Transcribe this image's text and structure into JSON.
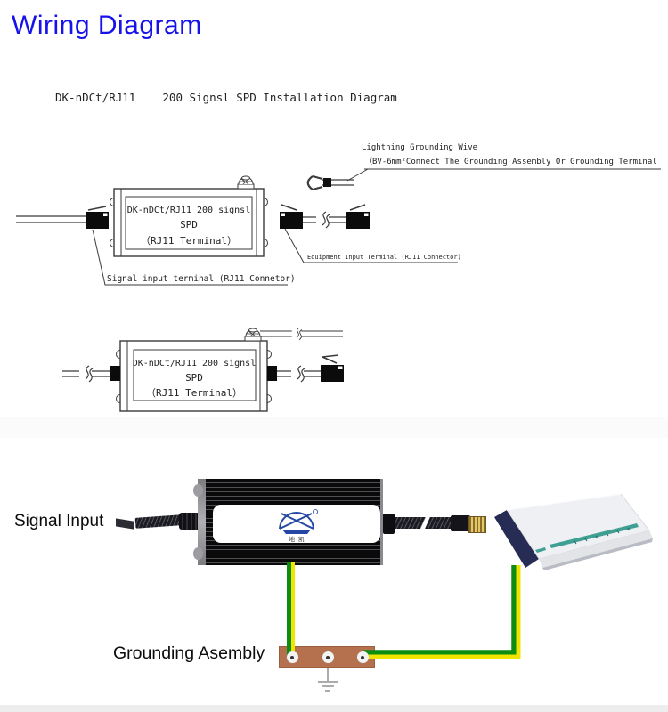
{
  "page": {
    "title": "Wiring Diagram",
    "subtitle": "DK-nDCt/RJ11    200 Signsl SPD Installation Diagram",
    "title_color": "#1712ea"
  },
  "diagram": {
    "lightning_line1": "Lightning Grounding Wive",
    "lightning_line2": "（BV-6mm²Connect The Grounding Assembly Or Grounding Terminal",
    "device_line1": "DK-nDCt/RJ11 200 signsl",
    "device_line2": "SPD",
    "device_line3": "（RJ11 Terminal）",
    "signal_terminal_label": "Signal input terminal (RJ11 Connetor)",
    "equipment_terminal_label": "Equipment Input Terminal (RJ11 Connector)"
  },
  "photo": {
    "signal_input_label": "Signal Input",
    "grounding_label": "Grounding Asembly",
    "brand_chars": "地 凯",
    "colors": {
      "wire_green": "#0c8c10",
      "wire_yellow": "#f0e400",
      "copper_bar": "#b5714e",
      "logo_blue": "#2447a4",
      "router_face": "#272c54",
      "led_teal": "#3f9f93"
    }
  }
}
